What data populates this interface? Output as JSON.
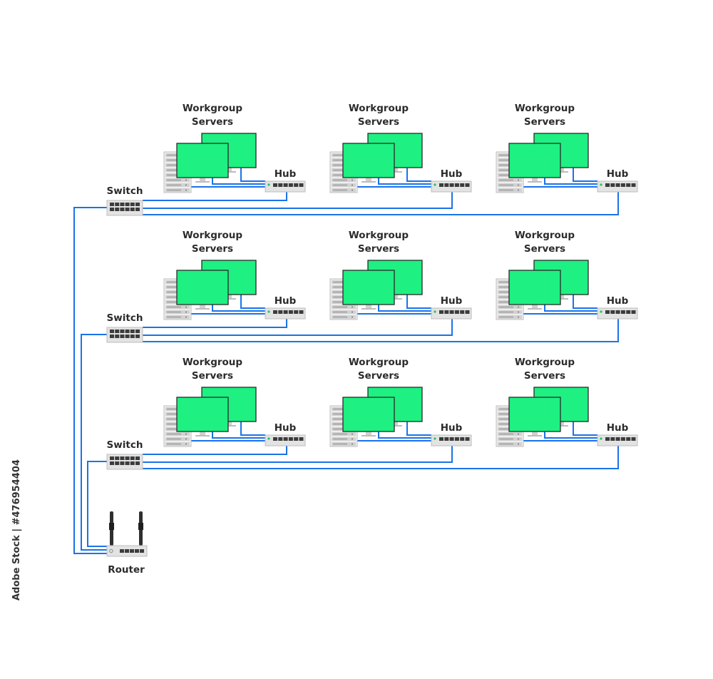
{
  "labels": {
    "workgroup_line1": "Workgroup",
    "workgroup_line2": "Servers",
    "hub": "Hub",
    "switch": "Switch",
    "router": "Router"
  },
  "watermark": "Adobe Stock | #476954404",
  "layout": {
    "rows": 3,
    "groups_per_row": 3
  },
  "colors": {
    "monitor": "#1ef082",
    "cable": "#1a73e8",
    "device": "#e3e3e3",
    "port": "#3c3c3c",
    "led": "#22c55e",
    "text": "#2b2b2b",
    "background": "#ffffff"
  },
  "icons": {
    "server": "server-rack-icon",
    "monitor": "monitor-icon",
    "hub": "hub-icon",
    "switch": "switch-icon",
    "router": "router-icon"
  }
}
